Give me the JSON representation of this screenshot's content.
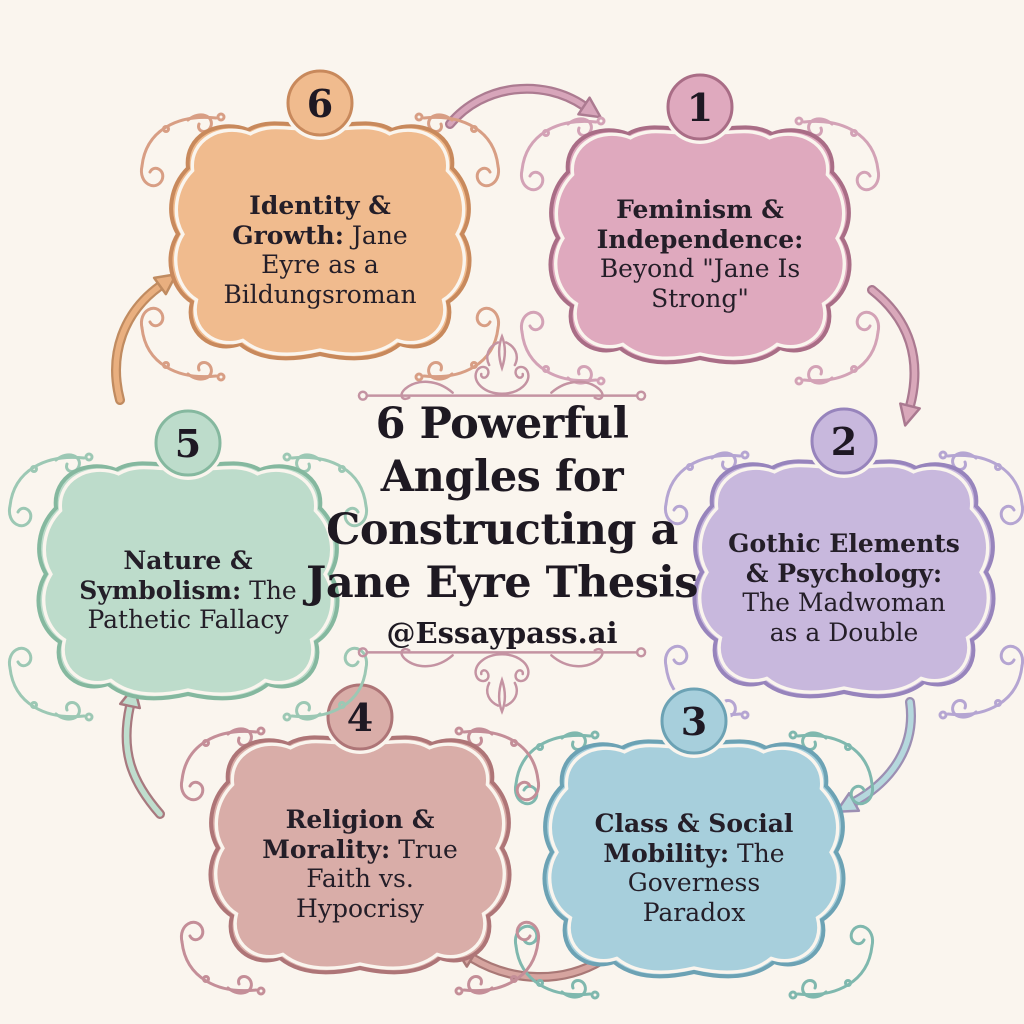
{
  "background_color": "#FAF5EE",
  "text_color": "#241e28",
  "center": {
    "title_lines": [
      "6 Powerful",
      "Angles for",
      "Constructing a",
      "Jane Eyre Thesis"
    ],
    "handle": "@Essaypass.ai",
    "ornament_color": "#C493A2"
  },
  "bubbles": [
    {
      "number": "1",
      "heading": "Feminism & Independence:",
      "subtitle": "Beyond \"Jane Is Strong\"",
      "fill": "#DFA9BE",
      "border": "#A96D86",
      "flourish": "#D3A2B6"
    },
    {
      "number": "2",
      "heading": "Gothic Elements & Psychology:",
      "subtitle": "The Madwoman as a Double",
      "fill": "#C8B8DD",
      "border": "#9784BC",
      "flourish": "#B5A5D2"
    },
    {
      "number": "3",
      "heading": "Class & Social Mobility:",
      "subtitle": "The Governess Paradox",
      "fill": "#A7CFDC",
      "border": "#6CA2B4",
      "flourish": "#7FB8AE"
    },
    {
      "number": "4",
      "heading": "Religion & Morality:",
      "subtitle": "True Faith vs. Hypocrisy",
      "fill": "#D9ADA8",
      "border": "#AE7577",
      "flourish": "#C48E98"
    },
    {
      "number": "5",
      "heading": "Nature & Symbolism:",
      "subtitle": "The Pathetic Fallacy",
      "fill": "#BDDCCB",
      "border": "#85B89F",
      "flourish": "#9CC8B4"
    },
    {
      "number": "6",
      "heading": "Identity & Growth:",
      "subtitle": "Jane Eyre as a Bildungsroman",
      "fill": "#F0BB8E",
      "border": "#C8895C",
      "flourish": "#D89E84"
    }
  ],
  "arrows": [
    {
      "from": "6",
      "to": "1",
      "fill": "#D7A5BA",
      "outline": "#AC7B91"
    },
    {
      "from": "1",
      "to": "2",
      "fill": "#D9A8BA",
      "outline": "#AA7990"
    },
    {
      "from": "2",
      "to": "3",
      "fill": "#B5D8DD",
      "outline": "#9C8FB3"
    },
    {
      "from": "3",
      "to": "4",
      "fill": "#D6A49F",
      "outline": "#A97876"
    },
    {
      "from": "4",
      "to": "5",
      "fill": "#BFDECE",
      "outline": "#A8797F"
    },
    {
      "from": "5",
      "to": "6",
      "fill": "#E9AF7F",
      "outline": "#C08B60"
    }
  ]
}
